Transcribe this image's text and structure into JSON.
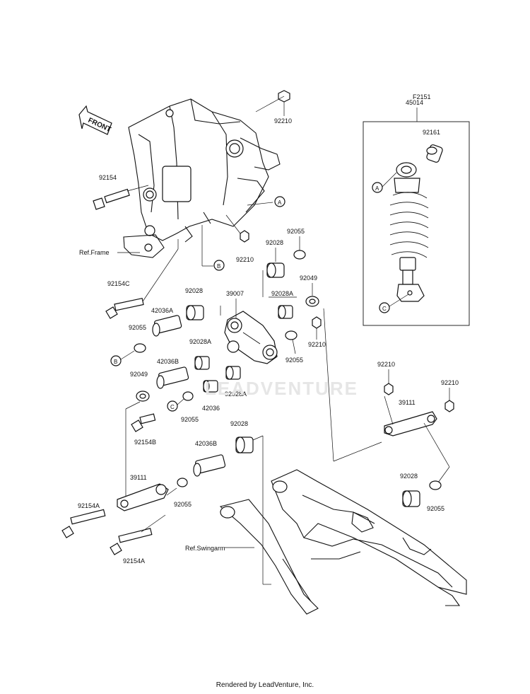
{
  "figure_id": "F2151",
  "front_label": "FRONT",
  "watermark": "LEADVENTURE",
  "footer": "Rendered by LeadVenture, Inc.",
  "refs": {
    "frame": "Ref.Frame",
    "swingarm": "Ref.Swingarm"
  },
  "callout_letters": {
    "a": "A",
    "b": "B",
    "c": "C"
  },
  "parts": {
    "p45014": "45014",
    "p92161": "92161",
    "p92210_top": "92210",
    "p92154_top": "92154",
    "p92055_a": "92055",
    "p92028_a": "92028",
    "p92210_b": "92210",
    "p92154C": "92154C",
    "p92028_b": "92028",
    "p39007": "39007",
    "p92028A_a": "92028A",
    "p92049_a": "92049",
    "p42036A": "42036A",
    "p92055_b": "92055",
    "p92028A_b": "92028A",
    "p92210_c": "92210",
    "p42036B_a": "42036B",
    "p92055_c": "92055",
    "p92049_b": "92049",
    "p92028A_c": "92028A",
    "p42036": "42036",
    "p92055_d": "92055",
    "p92154B": "92154B",
    "p92028_c": "92028",
    "p42036B_b": "42036B",
    "p39111_a": "39111",
    "p92055_e": "92055",
    "p92154A_a": "92154A",
    "p92154A_b": "92154A",
    "p92210_d": "92210",
    "p92210_e": "92210",
    "p39111_b": "39111",
    "p92028_d": "92028",
    "p92055_f": "92055"
  }
}
